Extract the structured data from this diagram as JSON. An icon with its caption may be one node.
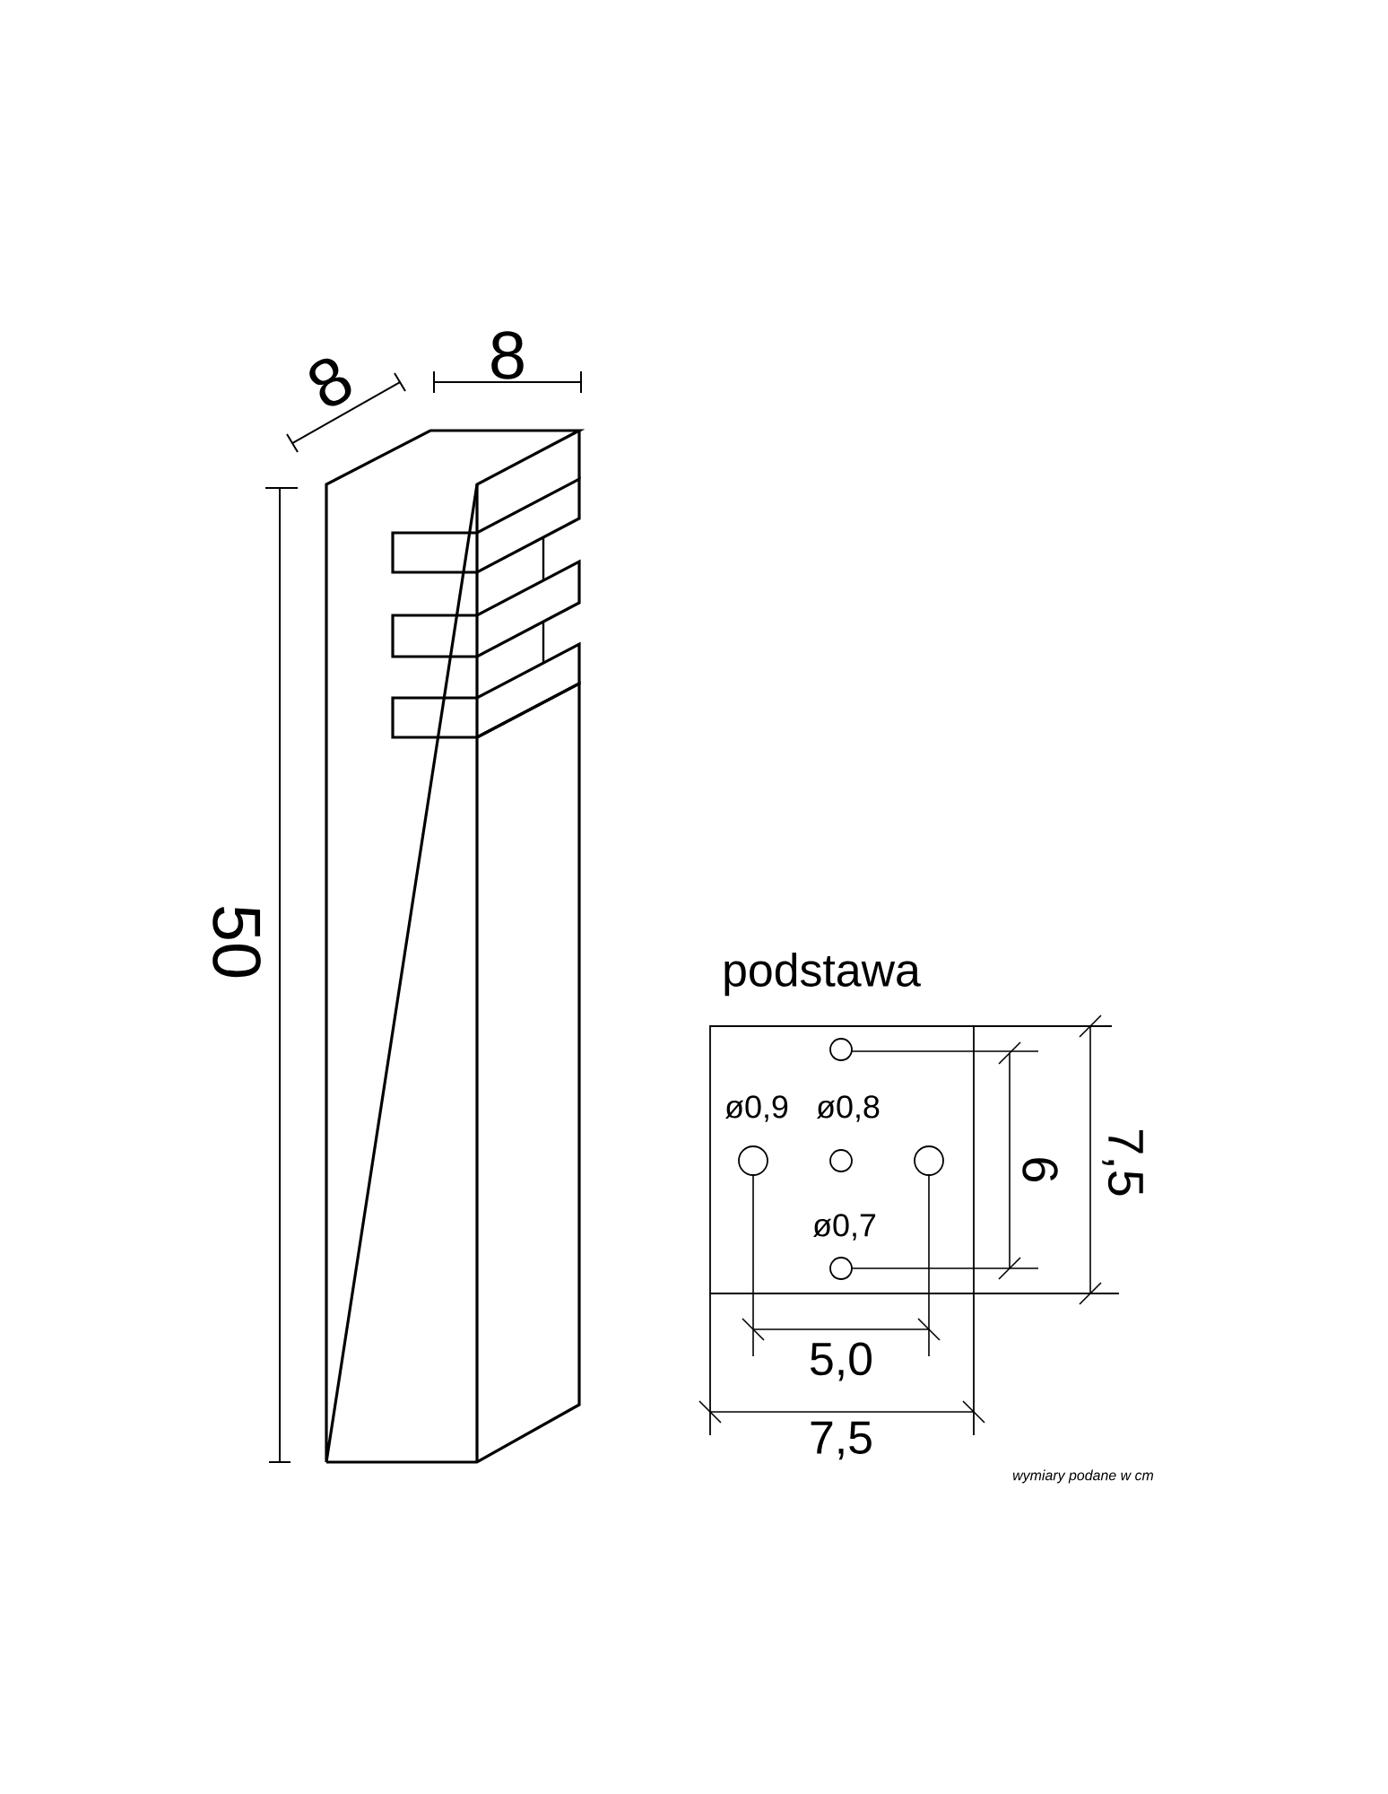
{
  "diagram": {
    "labels": [
      "8",
      "8",
      "50",
      "podstawa",
      "ø0,9",
      "ø0,8",
      "6",
      "7,5",
      "ø0,7",
      "5,0",
      "7,5",
      "wymiary podane w cm"
    ]
  }
}
